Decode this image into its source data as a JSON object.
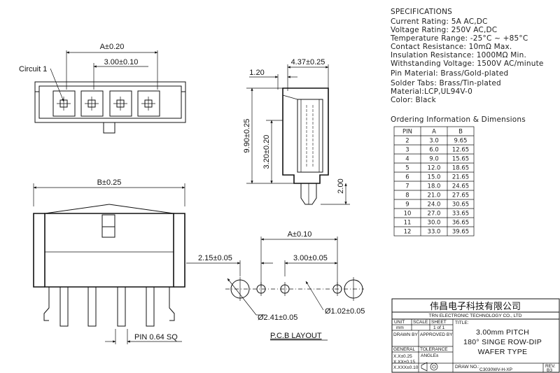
{
  "specifications": {
    "heading": "SPECIFICATIONS",
    "lines": [
      "Current Rating: 5A AC,DC",
      "Voltage Rating: 250V AC,DC",
      "Temperature Range: -25°C ~ +85°C",
      "Contact Resistance: 10mΩ Max.",
      "Insulation Resistance: 1000MΩ Min.",
      "Withstanding Voltage: 1500V AC/minute",
      "Pin Material: Brass/Gold-plated",
      "Solder Tabs: Brass/Tin-plated",
      "Material:LCP,UL94V-0",
      "Color: Black"
    ]
  },
  "ordering": {
    "heading": "Ordering Information & Dimensions",
    "columns": [
      "PIN",
      "A",
      "B"
    ],
    "rows": [
      [
        "2",
        "3.0",
        "9.65"
      ],
      [
        "3",
        "6.0",
        "12.65"
      ],
      [
        "4",
        "9.0",
        "15.65"
      ],
      [
        "5",
        "12.0",
        "18.65"
      ],
      [
        "6",
        "15.0",
        "21.65"
      ],
      [
        "7",
        "18.0",
        "24.65"
      ],
      [
        "8",
        "21.0",
        "27.65"
      ],
      [
        "9",
        "24.0",
        "30.65"
      ],
      [
        "10",
        "27.0",
        "33.65"
      ],
      [
        "11",
        "30.0",
        "36.65"
      ],
      [
        "12",
        "33.0",
        "39.65"
      ]
    ]
  },
  "top_view": {
    "dim_a": "A±0.20",
    "dim_pitch": "3.00±0.10",
    "circuit_label": "Circuit 1"
  },
  "side_view": {
    "dim_width": "4.37±0.25",
    "dim_offset": "1.20",
    "dim_height": "9.90±0.25",
    "dim_inner": "3.20±0.20",
    "dim_pin": "2.00"
  },
  "front_view": {
    "dim_b": "B±0.25",
    "pin_label": "PIN 0.64 SQ"
  },
  "pcb_layout": {
    "dim_a": "A±0.10",
    "dim_edge": "2.15±0.05",
    "dim_pitch": "3.00±0.05",
    "dim_big_hole": "Ø2.41±0.05",
    "dim_small_hole": "Ø1.02±0.05",
    "title": "P.C.B LAYOUT"
  },
  "title_block": {
    "company_cn": "伟昌电子科技有限公司",
    "company_en": "TRN ELECTRONIC TECHNOLOGY CO., LTD",
    "unit_label": "UNIT",
    "unit_value": "mm",
    "scale_label": "SCALE",
    "sheet_label": "SHEET",
    "sheet_value": "1 of 1",
    "title_label": "TITLE:",
    "title_lines": [
      "3.00mm PITCH",
      "180° SINGE ROW-DIP",
      "WAFER TYPE"
    ],
    "drawn_by": "DRAWN BY",
    "approved_by": "APPROVED BY",
    "general": "GENERAL",
    "tolerance": "TOLERANCE",
    "angle": "ANGLE±",
    "tolerances": [
      "X.X±0.25",
      "X.XX±0.15",
      "X.XXX±0.10"
    ],
    "draw_no_label": "DRAW NO.:",
    "draw_no_value": "C3030WV-H-XP",
    "rev_label": "REV.",
    "rev_value": "B3"
  }
}
